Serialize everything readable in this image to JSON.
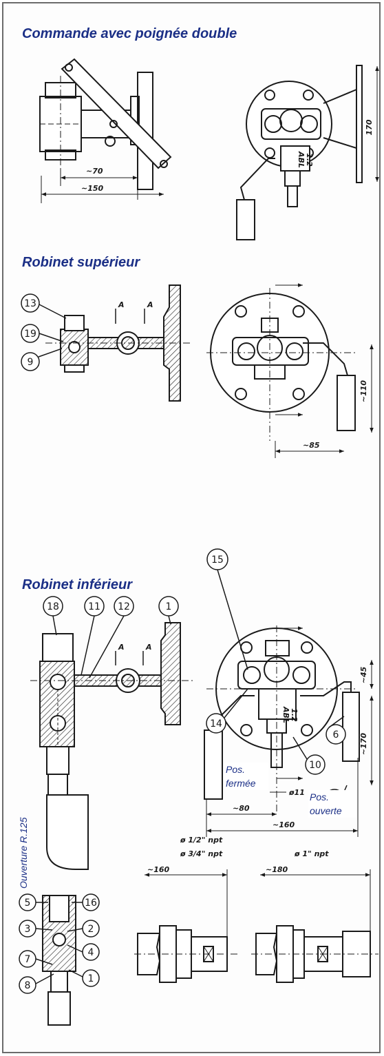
{
  "sections": {
    "double_handle": {
      "title": "Commande avec poignée double"
    },
    "upper_valve": {
      "title": "Robinet supérieur"
    },
    "lower_valve": {
      "title": "Robinet inférieur"
    }
  },
  "notes": {
    "opening": "Ouverture R.125",
    "pos_closed": "Pos. fermée",
    "pos_open": "Pos. ouverte"
  },
  "dimensions": {
    "d70": "~70",
    "d150": "~150",
    "d170a": "170",
    "d110": "~110",
    "d85": "~85",
    "d45": "~45",
    "d170b": "~170",
    "d11": "ø11",
    "d80": "~80",
    "d160": "~160",
    "d160b": "~160",
    "d180": "~180",
    "sectionA": "A"
  },
  "valve_plate": {
    "line1": "ABL",
    "line2": "1.2"
  },
  "callouts": {
    "upper": [
      "13",
      "19",
      "9"
    ],
    "lower": [
      "18",
      "11",
      "12",
      "1",
      "15",
      "14",
      "6",
      "10",
      "11"
    ],
    "detail": [
      "5",
      "16",
      "3",
      "2",
      "4",
      "7",
      "8",
      "1"
    ]
  },
  "connections": {
    "left_line1": "ø 1/2\" npt",
    "left_line2": "ø 3/4\" npt",
    "right_line1": "ø 1\" npt"
  },
  "colors": {
    "heading": "#1b2f86",
    "line": "#1a1a1a",
    "frame": "#6b6b6b"
  }
}
